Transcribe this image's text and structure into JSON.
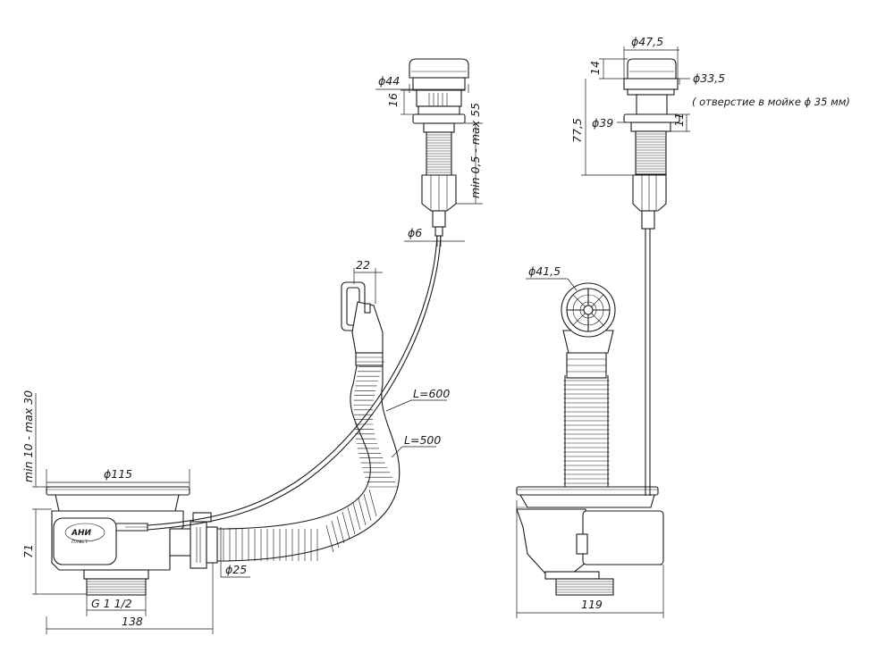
{
  "dimensions": {
    "d44": "ϕ44",
    "h16": "16",
    "adj": "min 0,5 - max 55",
    "d6": "ϕ6",
    "w22": "22",
    "L600": "L=600",
    "L500": "L=500",
    "rim": "min 10 - max 30",
    "d115": "ϕ115",
    "h71": "71",
    "d25": "ϕ25",
    "thread": "G 1 1/2",
    "w138": "138",
    "d47": "ϕ47,5",
    "h14": "14",
    "d33": "ϕ33,5",
    "hole_note": "( отверстие в мойке ϕ 35 мм)",
    "h77": "77,5",
    "d39": "ϕ39",
    "h11": "11",
    "d41": "ϕ41,5",
    "w119": "119"
  },
  "logo": {
    "text": "АНИ",
    "subtext": "пласт"
  }
}
